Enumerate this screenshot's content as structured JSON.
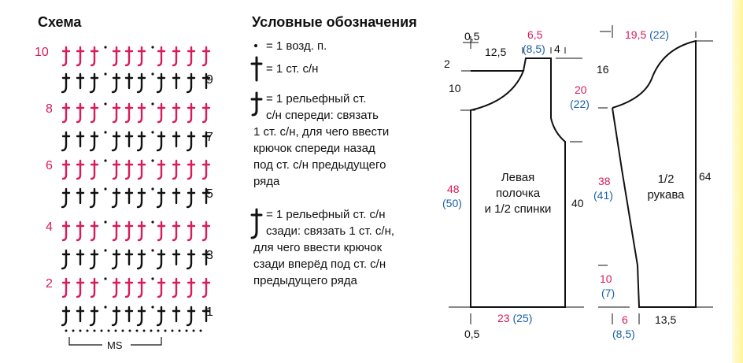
{
  "scheme": {
    "title": "Схема",
    "row_numbers": [
      "10",
      "9",
      "8",
      "7",
      "6",
      "5",
      "4",
      "3",
      "2",
      "1"
    ],
    "repeat_label": "MS"
  },
  "legend": {
    "title": "Условные обозначения",
    "items": [
      {
        "symbol": "chain-dot",
        "lines": [
          "= 1 возд. п."
        ]
      },
      {
        "symbol": "dc",
        "lines": [
          "= 1 ст. с/н"
        ]
      },
      {
        "symbol": "front-post-dc",
        "lines": [
          "= 1 рельефный ст.",
          "с/н спереди: связать",
          "1 ст. с/н, для чего ввести",
          "крючок спереди назад",
          "под ст. с/н предыдущего",
          "ряда"
        ]
      },
      {
        "symbol": "back-post-dc",
        "lines": [
          "= 1 рельефный ст. с/н",
          "сзади: связать 1 ст. с/н,",
          "для чего ввести крючок",
          "сзади вперёд под ст. с/н",
          "предыдущего ряда"
        ]
      }
    ]
  },
  "pattern": {
    "front_piece": {
      "label": [
        "Левая",
        "полочка",
        "и 1/2 спинки"
      ],
      "top_left": "0,5",
      "top_width": "12,5",
      "neck_red": "6,5",
      "neck_blue": "(8,5)",
      "shoulder": "4",
      "shoulder_drop": "2",
      "neck_depth": "10",
      "armhole_red": "20",
      "armhole_blue": "(22)",
      "height_red": "48",
      "height_blue": "(50)",
      "side_height": "40",
      "bottom_red": "23",
      "bottom_blue": "(25)",
      "bottom_left": "0,5"
    },
    "sleeve": {
      "label": [
        "1/2",
        "рукава"
      ],
      "top_red": "19,5",
      "top_blue": "(22)",
      "cap_height": "16",
      "mid_red": "38",
      "mid_blue": "(41)",
      "total_length": "64",
      "cuff_red": "10",
      "cuff_blue": "(7)",
      "bottom_red": "6",
      "bottom_blue": "(8,5)",
      "bottom_width": "13,5"
    }
  },
  "colors": {
    "red": "#d81b5a",
    "blue": "#1a5fa8",
    "black": "#111111"
  }
}
